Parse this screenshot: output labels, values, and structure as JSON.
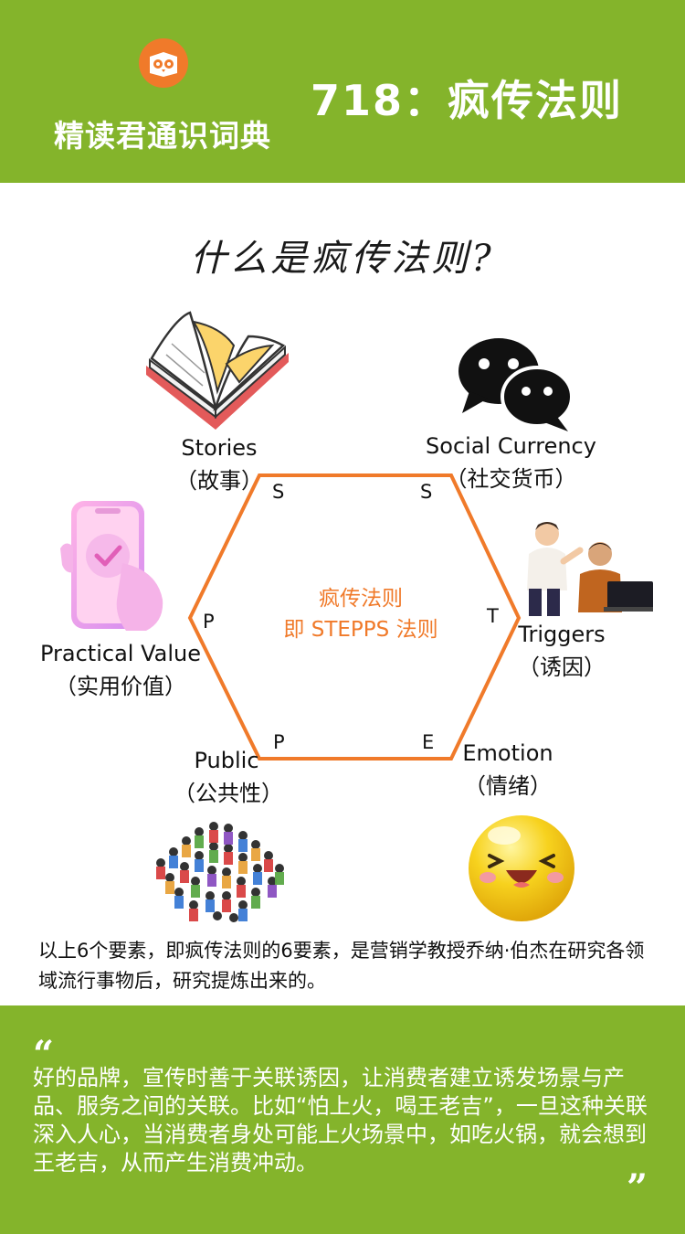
{
  "header": {
    "brand": "精读君通识词典",
    "entry_title": "718：疯传法则"
  },
  "question": "什么是疯传法则?",
  "hexagon": {
    "center_line1": "疯传法则",
    "center_line2": "即 STEPPS 法则",
    "letters": [
      "S",
      "S",
      "T",
      "E",
      "P",
      "P"
    ],
    "accent_color": "#f07a2a"
  },
  "elements": [
    {
      "name": "Stories",
      "cn": "（故事）",
      "icon": "open-book-icon"
    },
    {
      "name": "Social Currency",
      "cn": "（社交货币）",
      "icon": "chat-bubbles-icon"
    },
    {
      "name": "Triggers",
      "cn": "（诱因）",
      "icon": "people-discussion-icon"
    },
    {
      "name": "Emotion",
      "cn": "（情绪）",
      "icon": "smiley-face-icon"
    },
    {
      "name": "Public",
      "cn": "（公共性）",
      "icon": "crowd-icon"
    },
    {
      "name": "Practical Value",
      "cn": "（实用价值）",
      "icon": "phone-check-icon"
    }
  ],
  "caption": "以上6个要素，即疯传法则的6要素，是营销学教授乔纳·伯杰在研究各领域流行事物后，研究提炼出来的。",
  "quote": {
    "open_mark": "“",
    "text": "好的品牌，宣传时善于关联诱因，让消费者建立诱发场景与产品、服务之间的关联。比如“怕上火，喝王老吉”，一旦这种关联深入人心，当消费者身处可能上火场景中，如吃火锅，就会想到王老吉，从而产生消费冲动。",
    "close_mark": "”"
  },
  "colors": {
    "green": "#84b42b",
    "orange": "#f07a2a"
  }
}
